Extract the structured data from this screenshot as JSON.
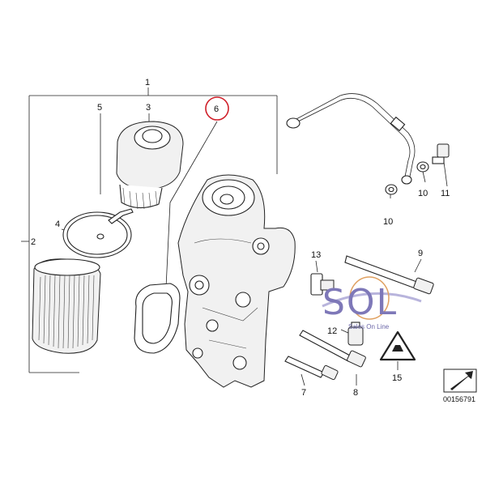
{
  "callouts": {
    "c1": "1",
    "c2": "2",
    "c3": "3",
    "c4": "4",
    "c5": "5",
    "c6": "6",
    "c7": "7",
    "c8": "8",
    "c9": "9",
    "c10a": "10",
    "c10b": "10",
    "c11": "11",
    "c12": "12",
    "c13": "13",
    "c15": "15"
  },
  "highlight_color": "#d0202a",
  "watermark": {
    "brand": "SOL",
    "subtitle": "Sales On Line",
    "brand_color": "#7e78b8"
  },
  "reference_code": "00156791",
  "icons": {
    "nav": "arrow-icon",
    "warning": "warning-triangle-icon"
  }
}
